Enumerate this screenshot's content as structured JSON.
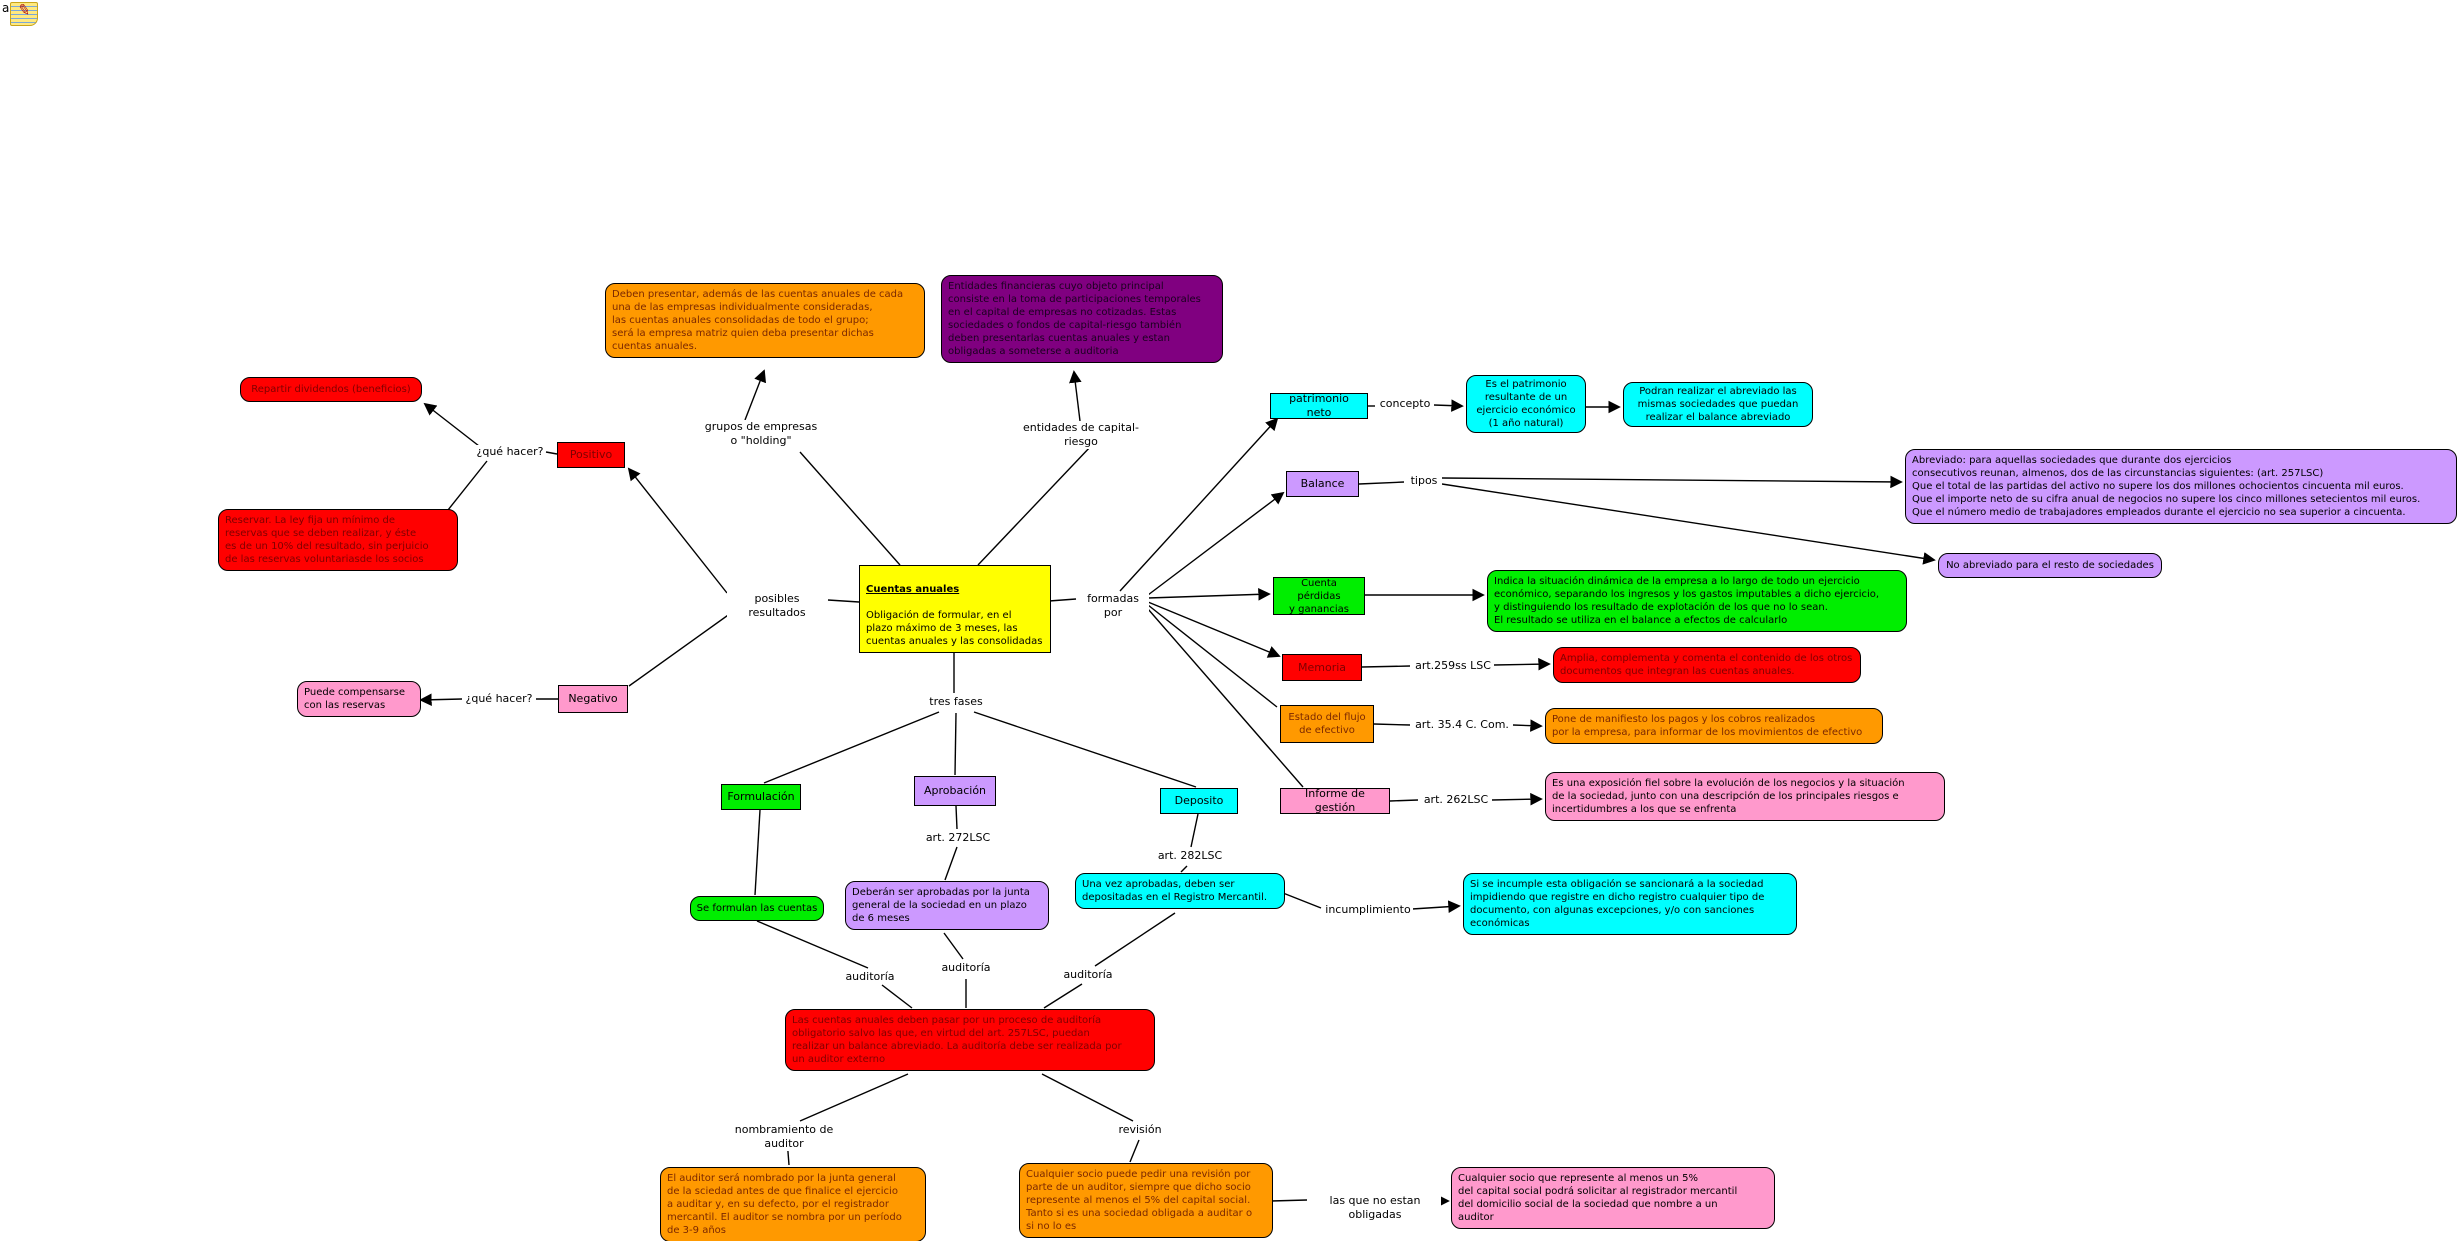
{
  "palette": {
    "red": "#ff0000",
    "orange": "#ff9900",
    "dark_purple": "#800080",
    "yellow": "#ffff00",
    "cyan": "#00ffff",
    "lilac": "#cc99ff",
    "green": "#00ee00",
    "pink": "#ff99cc",
    "line": "#000000",
    "background": "#ffffff"
  },
  "annotation_marker": "a",
  "icons": {
    "note": "annotation-note-icon"
  },
  "nodes": {
    "main": {
      "title": "Cuentas anuales",
      "text": "Obligación de formular, en el\nplazo máximo de 3 meses, las\ncuentas anuales y las consolidadas"
    },
    "deben_presentar": {
      "text": "Deben presentar, además de las cuentas anuales de cada\nuna de las empresas individualmente consideradas,\nlas cuentas anuales consolidadas de todo el grupo;\nserá la empresa matriz quien deba presentar dichas\ncuentas anuales."
    },
    "entidades_financieras": {
      "text": "Entidades financieras cuyo objeto principal\nconsiste en la toma de participaciones temporales\nen el capital de empresas no cotizadas. Estas\nsociedades o fondos de capital-riesgo también\ndeben presentarlas cuentas anuales y estan\nobligadas a someterse a auditoria"
    },
    "repartir": {
      "text": "Repartir dividendos (beneficios)"
    },
    "positivo": {
      "text": "Positivo"
    },
    "reservar": {
      "text": "Reservar. La ley fija un mínimo de\nreservas que se deben realizar, y éste\nes de un 10% del resultado, sin perjuicio\nde las reservas voluntariasde los socios"
    },
    "negativo": {
      "text": "Negativo"
    },
    "compensarse": {
      "text": "Puede compensarse\ncon las reservas"
    },
    "patrimonio": {
      "text": "patrimonio neto"
    },
    "patrimonio_def": {
      "text": "Es el patrimonio\nresultante de un\nejercicio económico\n(1 año natural)"
    },
    "abreviado_same": {
      "text": "Podran realizar el abreviado las\nmismas sociedades que puedan\nrealizar el balance abreviado"
    },
    "balance": {
      "text": "Balance"
    },
    "abreviado_def": {
      "text": "Abreviado: para aquellas sociedades que durante dos ejercicios\nconsecutivos reunan, almenos, dos de las circunstancias siguientes: (art. 257LSC)\nQue el total de las partidas del activo no supere los dos millones ochocientos cincuenta mil euros.\nQue el importe neto de su cifra anual de negocios no supere los cinco millones setecientos mil euros.\nQue el número medio de trabajadores empleados durante el ejercicio no sea superior a cincuenta."
    },
    "no_abreviado": {
      "text": "No abreviado para el resto de sociedades"
    },
    "cuenta_pyg": {
      "text": "Cuenta pérdidas\ny ganancias"
    },
    "pyg_def": {
      "text": "Indica la situación dinámica de la empresa a lo largo de todo un ejercicio\neconómico, separando los ingresos y los gastos imputables a dicho ejercicio,\ny distinguiendo los resultado de explotación de los que no lo sean.\nEl resultado se utiliza en el balance a efectos de calcularlo"
    },
    "memoria": {
      "text": "Memoria"
    },
    "memoria_def": {
      "text": "Amplia, complementa y comenta el contenido de los otros\ndocumentos que integran las cuentas anuales."
    },
    "flujo": {
      "text": "Estado del flujo\nde efectivo"
    },
    "flujo_def": {
      "text": "Pone de manifiesto los pagos y los cobros realizados\npor la empresa, para informar de los movimientos de efectivo"
    },
    "informe": {
      "text": "Informe de gestión"
    },
    "informe_def": {
      "text": "Es una exposición fiel sobre la evolución de los negocios y la situación\nde la sociedad, junto con una descripción de los principales riesgos e\nincertidumbres a los que se enfrenta"
    },
    "formulacion": {
      "text": "Formulación"
    },
    "aprobacion": {
      "text": "Aprobación"
    },
    "deposito": {
      "text": "Deposito"
    },
    "formulan_def": {
      "text": "Se formulan las cuentas"
    },
    "aprobadas_def": {
      "text": "Deberán ser aprobadas por la junta\ngeneral de la sociedad en un plazo\nde 6 meses"
    },
    "depositadas_def": {
      "text": "Una vez aprobadas, deben ser\ndepositadas en el Registro Mercantil."
    },
    "incumple_def": {
      "text": "Si se incumple esta obligación se sancionará a la sociedad\nimpidiendo que registre en dicho registro cualquier tipo de\ndocumento, con algunas excepciones, y/o con sanciones\neconómicas"
    },
    "audit_def": {
      "text": "Las cuentas anuales deben pasar por un proceso de auditoría\nobligatorio salvo las que, en virtud del art. 257LSC, puedan\nrealizar un balance abreviado. La auditoría debe ser realizada por\nun auditor externo"
    },
    "auditor_nombrado": {
      "text": "El auditor será nombrado por la junta general\nde la sciedad antes de que finalice el ejercicio\na auditar y, en su defecto, por el registrador\nmercantil. El auditor se nombra por un período\nde 3-9 años"
    },
    "socio_revision": {
      "text": "Cualquier socio puede pedir una revisión por\nparte de un auditor, siempre que dicho socio\nrepresente al menos el 5% del capital social.\nTanto si es una sociedad obligada a auditar o\nsi no lo es"
    },
    "socio_5pct": {
      "text": "Cualquier socio que represente al menos un 5%\ndel capital social podrá solicitar al registrador mercantil\ndel domicilio social de la sociedad que nombre a un\nauditor"
    }
  },
  "labels": {
    "grupos": "grupos de empresas\no \"holding\"",
    "entidades": "entidades de capital-riesgo",
    "que_hacer_1": "¿qué hacer?",
    "que_hacer_2": "¿qué hacer?",
    "posibles": "posibles resultados",
    "formadas": "formadas por",
    "concepto": "concepto",
    "tipos": "tipos",
    "art259": "art.259ss LSC",
    "art354": "art. 35.4 C. Com.",
    "art262": "art. 262LSC",
    "tres_fases": "tres fases",
    "art272": "art. 272LSC",
    "art282": "art. 282LSC",
    "incumplimiento": "incumplimiento",
    "auditoria_1": "auditoría",
    "auditoria_2": "auditoría",
    "auditoria_3": "auditoría",
    "nombramiento": "nombramiento de auditor",
    "revision": "revisión",
    "las_que_no": "las que no estan obligadas"
  }
}
